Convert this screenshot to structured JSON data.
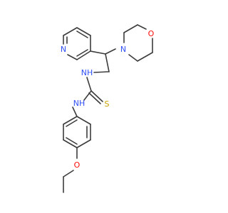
{
  "molecule": {
    "atoms": {
      "n_pyridine": {
        "label": "N",
        "color": "#3050f8"
      },
      "n_morpholine": {
        "label": "N",
        "color": "#3050f8"
      },
      "o_morpholine": {
        "label": "O",
        "color": "#ff0d0d"
      },
      "nh_upper": {
        "label": "NH",
        "color": "#3050f8"
      },
      "nh_lower": {
        "label": "NH",
        "color": "#3050f8"
      },
      "s_thione": {
        "label": "S",
        "color": "#c8a000"
      },
      "o_ether": {
        "label": "O",
        "color": "#ff0d0d"
      }
    },
    "bond_color": "#3c3c3c"
  }
}
